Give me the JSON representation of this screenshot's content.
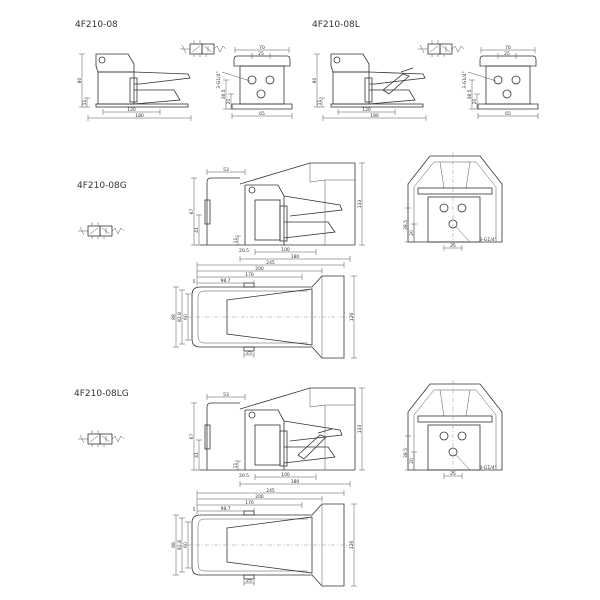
{
  "models": [
    {
      "id": "08",
      "title": "4F210-08"
    },
    {
      "id": "08L",
      "title": "4F210-08L"
    },
    {
      "id": "08G",
      "title": "4F210-08G"
    },
    {
      "id": "08LG",
      "title": "4F210-08LG"
    }
  ],
  "dims": {
    "side_small": {
      "height": "80",
      "base_small": "11",
      "inner": "120",
      "overall": "180"
    },
    "front_small": {
      "width": "70",
      "port_pitch": "25",
      "port": "3-G1/4\"",
      "port_height": "38.5",
      "port_low": "20",
      "base": "65"
    },
    "side_guard": {
      "tube": "53",
      "height_tube": "67",
      "valve_height": "41",
      "small": "11",
      "offset": "20.5",
      "inner": "100",
      "overall": "180",
      "height": "133"
    },
    "front_guard": {
      "port_height": "38.5",
      "port_low": "20",
      "port_pitch": "25",
      "port": "3-G1/4\""
    },
    "top_view": {
      "overall": "245",
      "l200": "200",
      "l170": "170",
      "l98": "98.7",
      "w88": "88",
      "w82": "82.8",
      "w60": "60",
      "head": "126",
      "small": "25",
      "edge": "5"
    }
  },
  "line_color": "#333333"
}
